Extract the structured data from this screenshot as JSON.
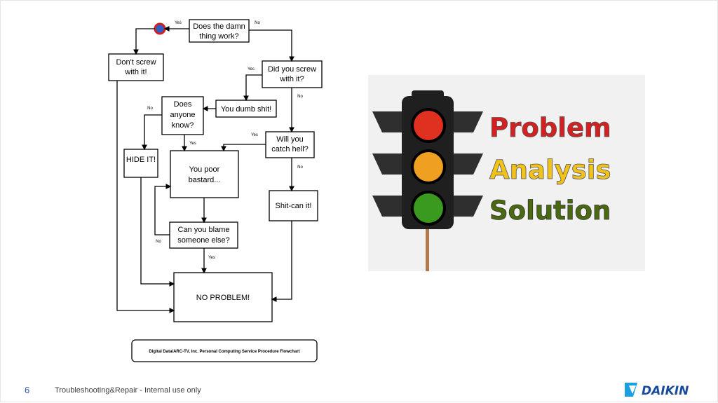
{
  "slide": {
    "page_number": "6",
    "footer_text": "Troubleshooting&Repair - Internal use only",
    "logo_text": "DAIKIN"
  },
  "flowchart": {
    "q_works": "Does the damn\nthing work?",
    "dont_screw": "Don't screw\nwith it!",
    "q_screw": "Did you screw\nwith it?",
    "dumb": "You dumb shit!",
    "q_anyone": "Does\nanyone\nknow?",
    "q_hell": "Will you\ncatch hell?",
    "hide": "HIDE IT!",
    "poor": "You poor\nbastard...",
    "shitcan": "Shit-can it!",
    "q_blame": "Can you blame\nsomeone else?",
    "no_problem": "NO PROBLEM!",
    "credit": "Digital Data/ARC-TV, Inc.  Personal Computing Service Procedure Flowchart",
    "yes": "Yes",
    "no": "No"
  },
  "traffic_image": {
    "words": [
      "Problem",
      "Analysis",
      "Solution"
    ],
    "colors": {
      "red": "#e03020",
      "orange": "#f0a020",
      "green": "#3a9a20",
      "word_red": "#d42020",
      "word_yellow": "#f2c21a",
      "word_green": "#4a6a10"
    }
  }
}
